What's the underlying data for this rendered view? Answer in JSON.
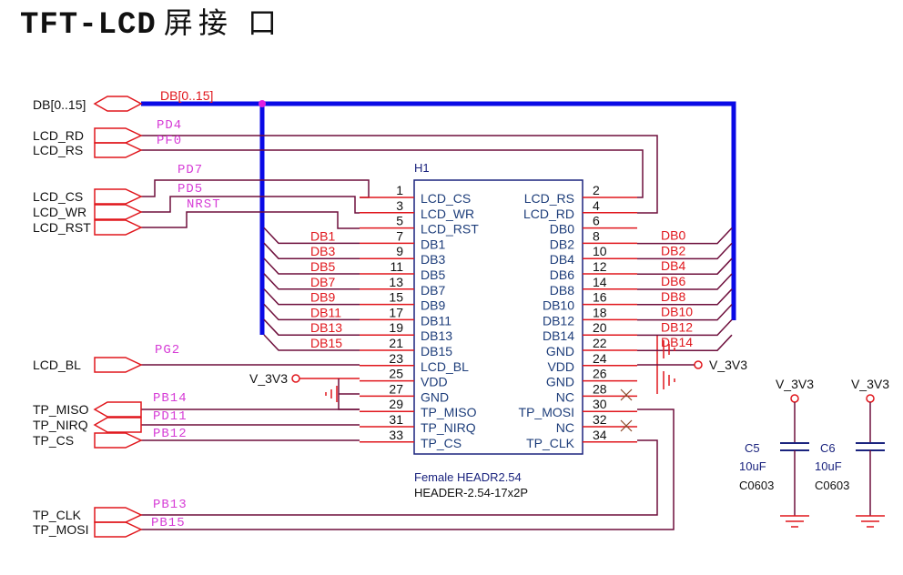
{
  "title": {
    "text": "TFT-LCD",
    "cn": "屏接 口"
  },
  "colors": {
    "bus": "#0a0ae6",
    "wire": "#6e0f3c",
    "pin": "#e0161c",
    "port": "#e0161c",
    "net": "#d63cd6",
    "box": "#1a237e"
  },
  "bus": {
    "port_label": "DB[0..15]",
    "net_label": "DB[0..15]"
  },
  "ports": [
    {
      "name": "LCD_RD",
      "net": "PD4"
    },
    {
      "name": "LCD_RS",
      "net": "PF0"
    },
    {
      "name": "LCD_CS",
      "net": "PD7"
    },
    {
      "name": "LCD_WR",
      "net": "PD5"
    },
    {
      "name": "LCD_RST",
      "net": "NRST"
    },
    {
      "name": "LCD_BL",
      "net": "PG2"
    },
    {
      "name": "TP_MISO",
      "net": "PB14"
    },
    {
      "name": "TP_NIRQ",
      "net": "PD11"
    },
    {
      "name": "TP_CS",
      "net": "PB12"
    },
    {
      "name": "TP_CLK",
      "net": "PB13"
    },
    {
      "name": "TP_MOSI",
      "net": "PB15"
    }
  ],
  "connector": {
    "ref": "H1",
    "description": "Female HEADR2.54",
    "footprint": "HEADER-2.54-17x2P",
    "left_pins": [
      {
        "num": "1",
        "name": "LCD_CS",
        "net": ""
      },
      {
        "num": "3",
        "name": "LCD_WR",
        "net": ""
      },
      {
        "num": "5",
        "name": "LCD_RST",
        "net": ""
      },
      {
        "num": "7",
        "name": "DB1",
        "net": "DB1"
      },
      {
        "num": "9",
        "name": "DB3",
        "net": "DB3"
      },
      {
        "num": "11",
        "name": "DB5",
        "net": "DB5"
      },
      {
        "num": "13",
        "name": "DB7",
        "net": "DB7"
      },
      {
        "num": "15",
        "name": "DB9",
        "net": "DB9"
      },
      {
        "num": "17",
        "name": "DB11",
        "net": "DB11"
      },
      {
        "num": "19",
        "name": "DB13",
        "net": "DB13"
      },
      {
        "num": "21",
        "name": "DB15",
        "net": "DB15"
      },
      {
        "num": "23",
        "name": "LCD_BL",
        "net": ""
      },
      {
        "num": "25",
        "name": "VDD",
        "net": ""
      },
      {
        "num": "27",
        "name": "GND",
        "net": ""
      },
      {
        "num": "29",
        "name": "TP_MISO",
        "net": ""
      },
      {
        "num": "31",
        "name": "TP_NIRQ",
        "net": ""
      },
      {
        "num": "33",
        "name": "TP_CS",
        "net": ""
      }
    ],
    "right_pins": [
      {
        "num": "2",
        "name": "LCD_RS",
        "net": ""
      },
      {
        "num": "4",
        "name": "LCD_RD",
        "net": ""
      },
      {
        "num": "6",
        "name": "DB0",
        "net": "DB0"
      },
      {
        "num": "8",
        "name": "DB2",
        "net": "DB2"
      },
      {
        "num": "10",
        "name": "DB4",
        "net": "DB4"
      },
      {
        "num": "12",
        "name": "DB6",
        "net": "DB6"
      },
      {
        "num": "14",
        "name": "DB8",
        "net": "DB8"
      },
      {
        "num": "16",
        "name": "DB10",
        "net": "DB10"
      },
      {
        "num": "18",
        "name": "DB12",
        "net": "DB12"
      },
      {
        "num": "20",
        "name": "DB14",
        "net": "DB14"
      },
      {
        "num": "22",
        "name": "GND",
        "net": ""
      },
      {
        "num": "24",
        "name": "VDD",
        "net": ""
      },
      {
        "num": "26",
        "name": "GND",
        "net": ""
      },
      {
        "num": "28",
        "name": "NC",
        "net": ""
      },
      {
        "num": "30",
        "name": "TP_MOSI",
        "net": ""
      },
      {
        "num": "32",
        "name": "NC",
        "net": ""
      },
      {
        "num": "34",
        "name": "TP_CLK",
        "net": ""
      }
    ]
  },
  "power": {
    "left": "V_3V3",
    "right": "V_3V3"
  },
  "capacitors": [
    {
      "ref": "C5",
      "value": "10uF",
      "package": "C0603",
      "power": "V_3V3"
    },
    {
      "ref": "C6",
      "value": "10uF",
      "package": "C0603",
      "power": "V_3V3"
    }
  ]
}
